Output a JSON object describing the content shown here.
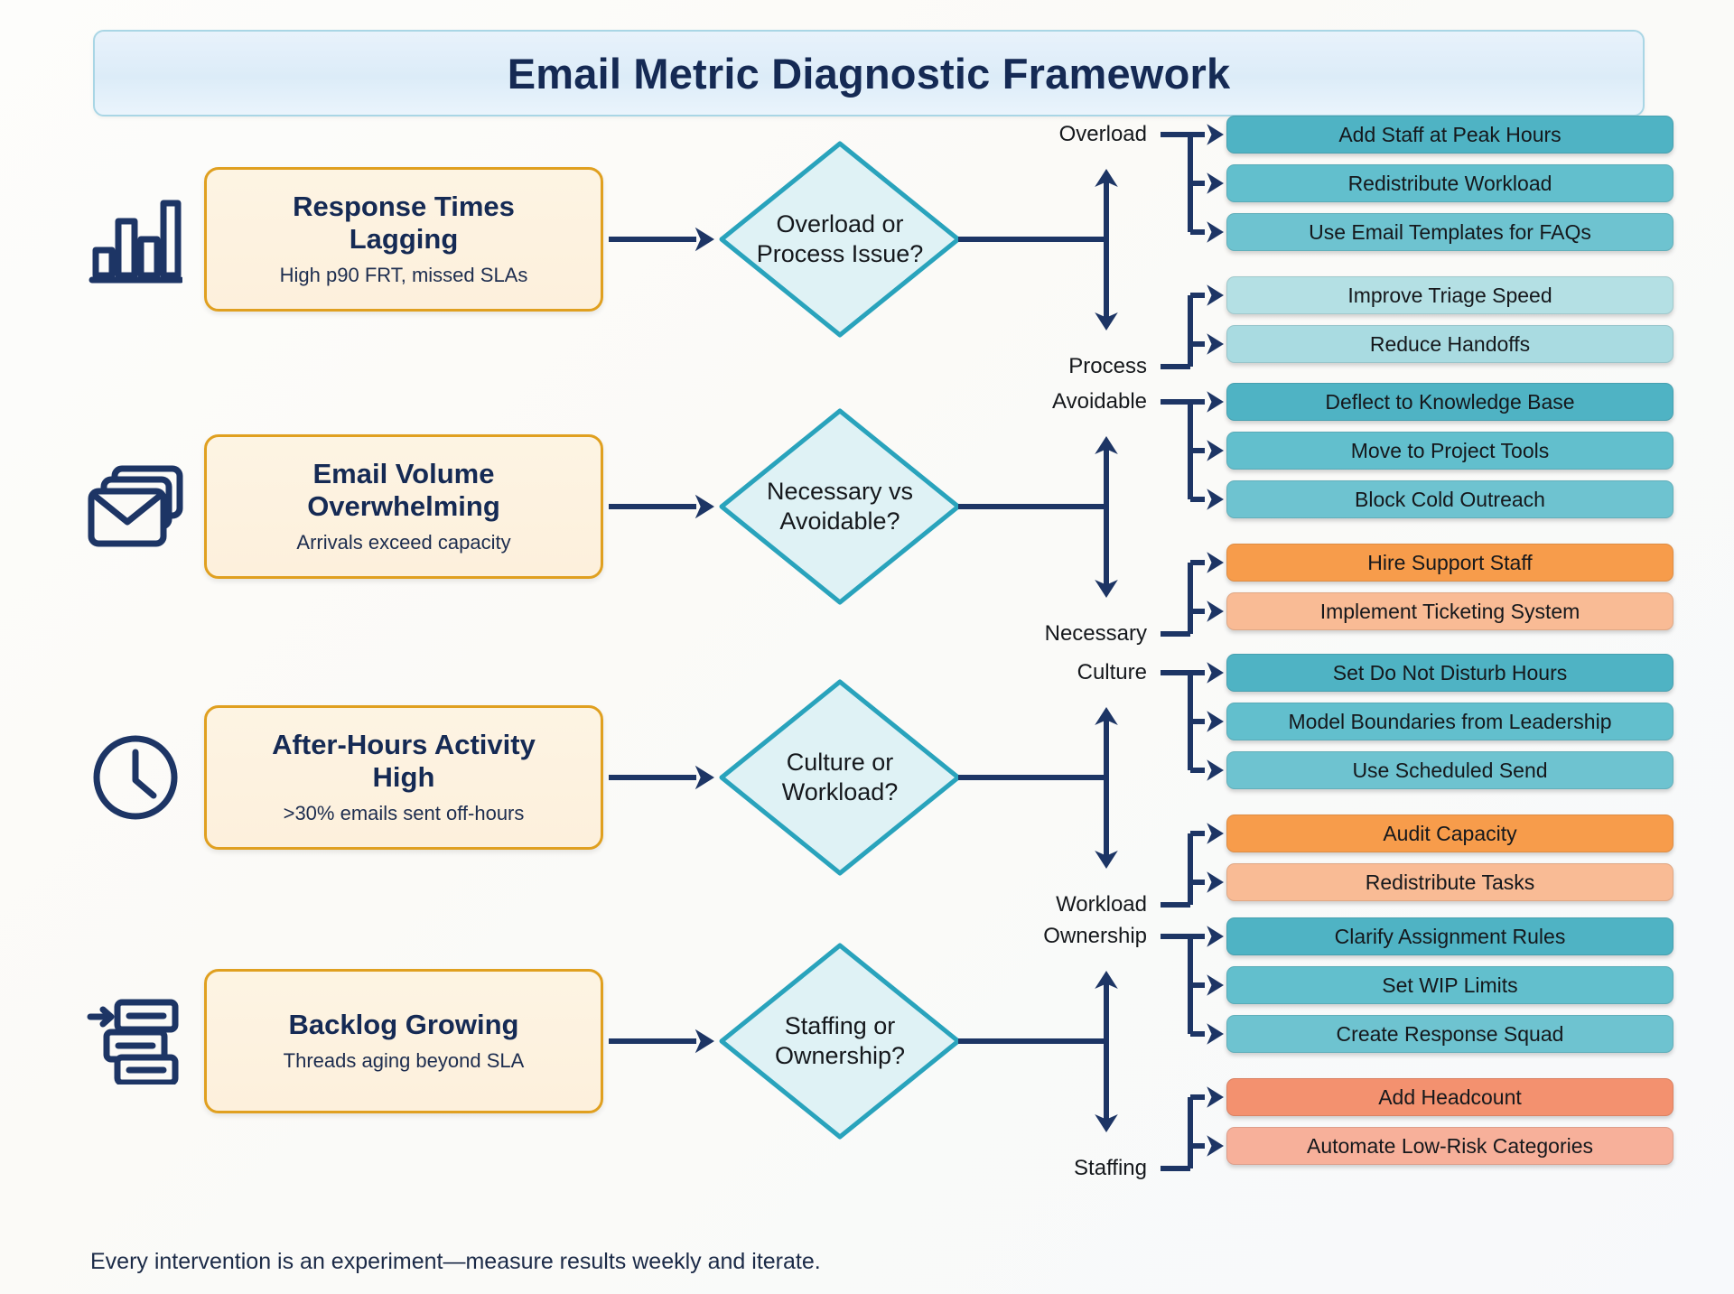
{
  "title": "Email Metric Diagnostic Framework",
  "footer": "Every intervention is an experiment—measure results weekly and iterate.",
  "colors": {
    "title_text": "#152a54",
    "title_banner_bg": "#e3eff9",
    "title_banner_border": "#a9d6e5",
    "problem_border": "#e0a020",
    "problem_fill": "#fdf2e0",
    "problem_title_text": "#152a54",
    "diamond_border": "#29a3bc",
    "diamond_fill": "#dff2f5",
    "connector": "#1d3565",
    "teal_dark": "#4fb3c4",
    "teal_mid": "#62bfcd",
    "teal_light": "#9fd7de",
    "teal_pale": "#b4e0e4",
    "orange_dark": "#f79c4b",
    "orange_light": "#f9bb95",
    "salmon_dark": "#f3916f",
    "salmon_light": "#f7b09a"
  },
  "rows": [
    {
      "icon": "bar-chart-icon",
      "problem_title": "Response Times Lagging",
      "problem_subtitle": "High p90 FRT, missed SLAs",
      "decision": "Overload or Process Issue?",
      "branches": [
        {
          "label": "Overload",
          "actions": [
            {
              "text": "Add Staff at Peak Hours",
              "color": "#4fb3c4"
            },
            {
              "text": "Redistribute Workload",
              "color": "#62bfcd"
            },
            {
              "text": "Use Email Templates for FAQs",
              "color": "#6ec3d0"
            }
          ]
        },
        {
          "label": "Process",
          "actions": [
            {
              "text": "Improve Triage Speed",
              "color": "#b4e0e4"
            },
            {
              "text": "Reduce Handoffs",
              "color": "#a9dbe1"
            }
          ]
        }
      ]
    },
    {
      "icon": "envelope-stack-icon",
      "problem_title": "Email Volume Overwhelming",
      "problem_subtitle": "Arrivals exceed capacity",
      "decision": "Necessary vs Avoidable?",
      "branches": [
        {
          "label": "Avoidable",
          "actions": [
            {
              "text": "Deflect to Knowledge Base",
              "color": "#4fb3c4"
            },
            {
              "text": "Move to Project Tools",
              "color": "#62bfcd"
            },
            {
              "text": "Block Cold Outreach",
              "color": "#6ec3d0"
            }
          ]
        },
        {
          "label": "Necessary",
          "actions": [
            {
              "text": "Hire Support Staff",
              "color": "#f79c4b"
            },
            {
              "text": "Implement Ticketing System",
              "color": "#f9bb95"
            }
          ]
        }
      ]
    },
    {
      "icon": "clock-icon",
      "problem_title": "After-Hours Activity High",
      "problem_subtitle": ">30% emails sent off-hours",
      "decision": "Culture or Workload?",
      "branches": [
        {
          "label": "Culture",
          "actions": [
            {
              "text": "Set Do Not Disturb Hours",
              "color": "#4fb3c4"
            },
            {
              "text": "Model Boundaries from Leadership",
              "color": "#62bfcd"
            },
            {
              "text": "Use Scheduled Send",
              "color": "#6ec3d0"
            }
          ]
        },
        {
          "label": "Workload",
          "actions": [
            {
              "text": "Audit Capacity",
              "color": "#f79c4b"
            },
            {
              "text": "Redistribute Tasks",
              "color": "#f9bb95"
            }
          ]
        }
      ]
    },
    {
      "icon": "backlog-queue-icon",
      "problem_title": "Backlog Growing",
      "problem_subtitle": "Threads aging beyond SLA",
      "decision": "Staffing or Ownership?",
      "branches": [
        {
          "label": "Ownership",
          "actions": [
            {
              "text": "Clarify Assignment Rules",
              "color": "#4fb3c4"
            },
            {
              "text": "Set WIP Limits",
              "color": "#62bfcd"
            },
            {
              "text": "Create Response Squad",
              "color": "#6ec3d0"
            }
          ]
        },
        {
          "label": "Staffing",
          "actions": [
            {
              "text": "Add Headcount",
              "color": "#f3916f"
            },
            {
              "text": "Automate Low-Risk Categories",
              "color": "#f7b09a"
            }
          ]
        }
      ]
    }
  ]
}
